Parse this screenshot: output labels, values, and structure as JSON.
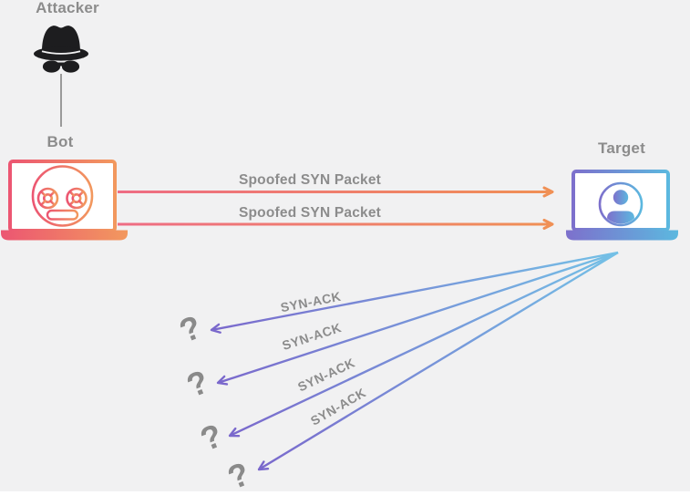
{
  "diagram": {
    "nodes": {
      "attacker": {
        "label": "Attacker",
        "icon": "spy-icon"
      },
      "bot": {
        "label": "Bot",
        "icon": "bot-laptop-icon"
      },
      "target": {
        "label": "Target",
        "icon": "user-laptop-icon"
      }
    },
    "flows": {
      "syn_packets": [
        {
          "label": "Spoofed SYN Packet",
          "from": "Bot",
          "to": "Target"
        },
        {
          "label": "Spoofed SYN Packet",
          "from": "Bot",
          "to": "Target"
        }
      ],
      "syn_acks": [
        {
          "label": "SYN-ACK",
          "from": "Target",
          "destination": "?"
        },
        {
          "label": "SYN-ACK",
          "from": "Target",
          "destination": "?"
        },
        {
          "label": "SYN-ACK",
          "from": "Target",
          "destination": "?"
        },
        {
          "label": "SYN-ACK",
          "from": "Target",
          "destination": "?"
        }
      ]
    },
    "colors": {
      "background": "#f1f1f2",
      "label_gray": "#8c8c8c",
      "attacker_black": "#1d1d1f",
      "connector_gray": "#9a9a9a",
      "bot_gradient_start": "#ec5672",
      "bot_gradient_end": "#f2985e",
      "syn_arrow_start": "#ee6c84",
      "syn_arrow_end": "#f09055",
      "target_gradient_start": "#7d70cc",
      "target_gradient_end": "#5cb8df",
      "synack_gradient_start": "#74c1e6",
      "synack_gradient_end": "#7a68cc"
    }
  }
}
